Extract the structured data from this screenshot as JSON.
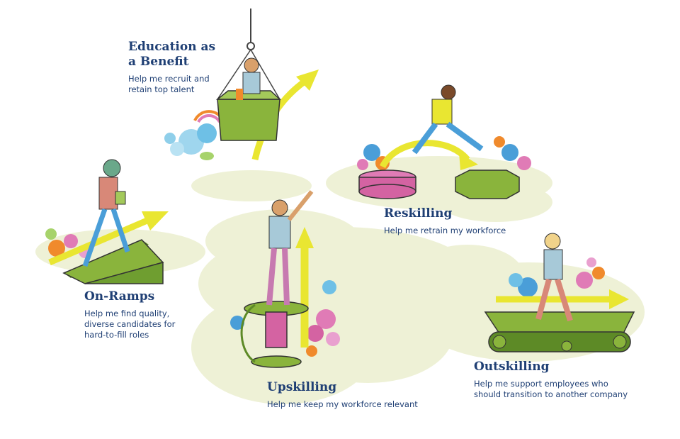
{
  "cards": [
    {
      "id": "education",
      "title": "Education as\na Benefit",
      "description": "Help me recruit and\nretain top talent"
    },
    {
      "id": "reskilling",
      "title": "Reskilling",
      "description": "Help me retrain my workforce"
    },
    {
      "id": "onramps",
      "title": "On-Ramps",
      "description": "Help me find quality,\ndiverse candidates for\nhard-to-fill roles"
    },
    {
      "id": "upskilling",
      "title": "Upskilling",
      "description": "Help me keep my workforce relevant"
    },
    {
      "id": "outskilling",
      "title": "Outskilling",
      "description": "Help me support employees who\nshould transition to another company"
    }
  ],
  "colors": {
    "ground": "#eef1d6",
    "green": "#8ab43c",
    "green_dark": "#5d8a26",
    "yellow": "#e9e631",
    "pink": "#e07bb6",
    "blue": "#4a9ed8",
    "orange": "#f08a2c",
    "navy": "#1f3f74"
  }
}
